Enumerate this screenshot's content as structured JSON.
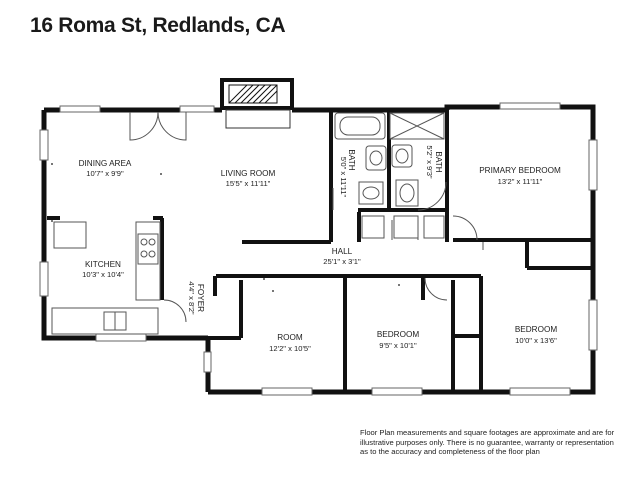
{
  "header": {
    "address": "16 Roma St, Redlands, CA"
  },
  "rooms": [
    {
      "id": "dining",
      "name": "DINING AREA",
      "dims": "10'7\" x 9'9\""
    },
    {
      "id": "living",
      "name": "LIVING ROOM",
      "dims": "15'5\" x 11'11\""
    },
    {
      "id": "bath1",
      "name": "BATH",
      "dims": "5'0\" x 11'11\""
    },
    {
      "id": "bath2",
      "name": "BATH",
      "dims": "5'2\" x 9'3\""
    },
    {
      "id": "primary",
      "name": "PRIMARY BEDROOM",
      "dims": "13'2\" x 11'11\""
    },
    {
      "id": "kitchen",
      "name": "KITCHEN",
      "dims": "10'3\" x 10'4\""
    },
    {
      "id": "hall",
      "name": "HALL",
      "dims": "25'1\" x 3'1\""
    },
    {
      "id": "foyer",
      "name": "FOYER",
      "dims": "4'4\" x 8'2\""
    },
    {
      "id": "room",
      "name": "ROOM",
      "dims": "12'2\" x 10'5\""
    },
    {
      "id": "bedroom2",
      "name": "BEDROOM",
      "dims": "9'5\" x 10'1\""
    },
    {
      "id": "bedroom3",
      "name": "BEDROOM",
      "dims": "10'0\" x 13'6\""
    }
  ],
  "footer": {
    "disclaimer_lines": [
      "Floor Plan measurements and square footages are approximate and are for",
      "illustrative purposes only. There is no guarantee, warranty or representation",
      "as to the accuracy and completeness of the floor plan"
    ]
  }
}
